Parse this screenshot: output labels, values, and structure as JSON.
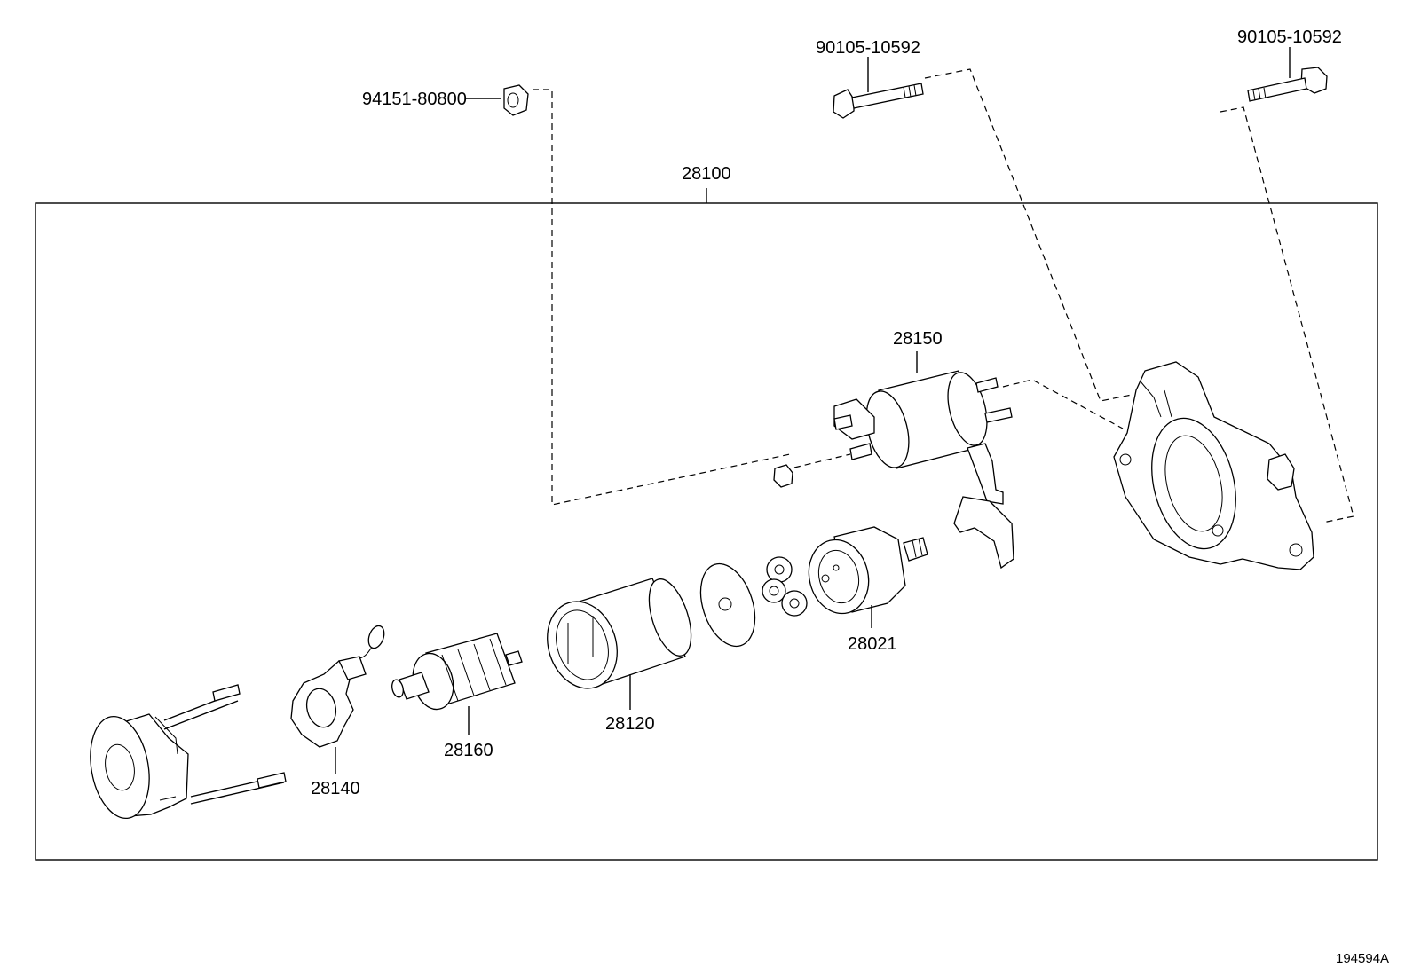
{
  "labels": {
    "p94151": "94151-80800",
    "p90105a": "90105-10592",
    "p90105b": "90105-10592",
    "p28100": "28100",
    "p28150": "28150",
    "p28021": "28021",
    "p28120": "28120",
    "p28160": "28160",
    "p28140": "28140"
  },
  "reference_code": "194594A"
}
